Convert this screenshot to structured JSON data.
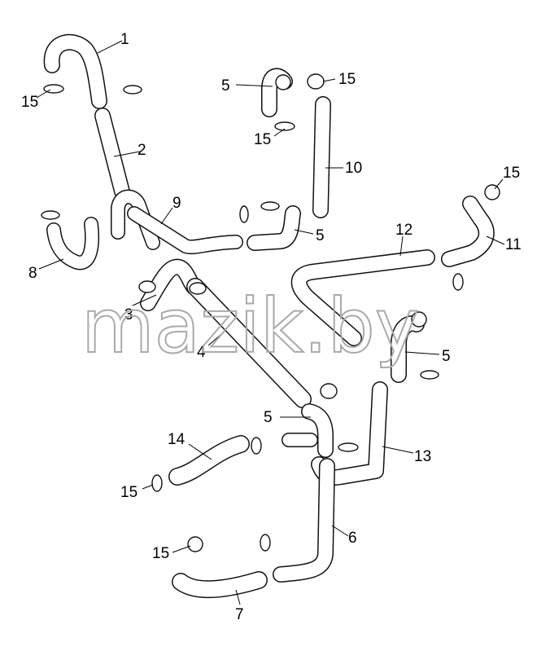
{
  "watermark": "mazik.by",
  "labels": {
    "l1": "1",
    "l2": "2",
    "l3": "3",
    "l4": "4",
    "l5a": "5",
    "l5b": "5",
    "l5c": "5",
    "l5d": "5",
    "l6": "6",
    "l7": "7",
    "l8": "8",
    "l9": "9",
    "l10": "10",
    "l11": "11",
    "l12": "12",
    "l13": "13",
    "l14": "14",
    "l15a": "15",
    "l15b": "15",
    "l15c": "15",
    "l15d": "15",
    "l15e": "15",
    "l15f": "15"
  },
  "colors": {
    "line": "#111111",
    "watermark": "#aaaaaa",
    "background": "#ffffff"
  }
}
